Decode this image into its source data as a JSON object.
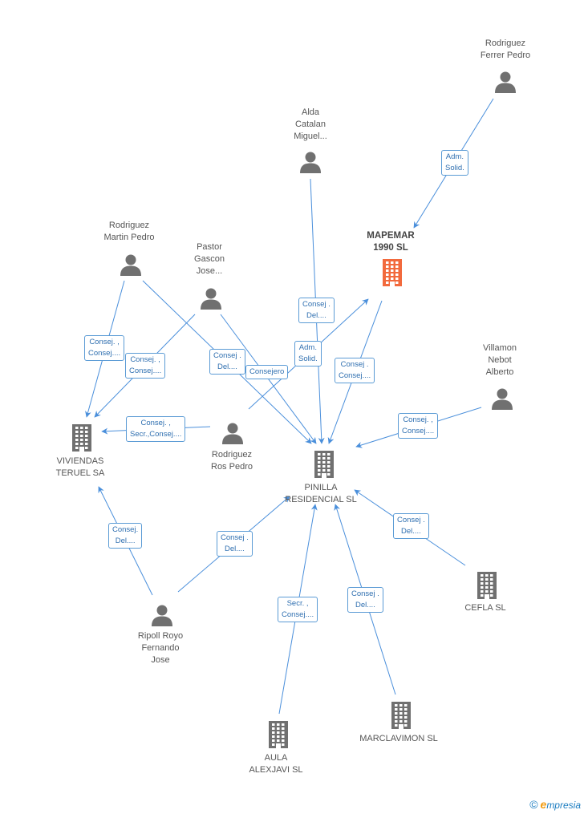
{
  "colors": {
    "edge": "#4a8fdb",
    "person_icon": "#707070",
    "company_icon": "#707070",
    "highlight_icon": "#f26a3d"
  },
  "nodes": [
    {
      "id": "rodriguez-ferrer",
      "type": "person",
      "label": "Rodriguez\nFerrer Pedro"
    },
    {
      "id": "alda-catalan",
      "type": "person",
      "label": "Alda\nCatalan\nMiguel..."
    },
    {
      "id": "mapemar",
      "type": "company-highlight",
      "label": "MAPEMAR\n1990 SL"
    },
    {
      "id": "rodriguez-martin",
      "type": "person",
      "label": "Rodriguez\nMartin Pedro"
    },
    {
      "id": "pastor-gascon",
      "type": "person",
      "label": "Pastor\nGascon\nJose..."
    },
    {
      "id": "villamon-nebot",
      "type": "person",
      "label": "Villamon\nNebot\nAlberto"
    },
    {
      "id": "viviendas-teruel",
      "type": "company",
      "label": "VIVIENDAS\nTERUEL SA"
    },
    {
      "id": "rodriguez-ros",
      "type": "person",
      "label": "Rodriguez\nRos Pedro"
    },
    {
      "id": "pinilla",
      "type": "company",
      "label": "PINILLA\nRESIDENCIAL SL"
    },
    {
      "id": "cefla",
      "type": "company",
      "label": "CEFLA  SL"
    },
    {
      "id": "ripoll-royo",
      "type": "person",
      "label": "Ripoll Royo\nFernando\nJose"
    },
    {
      "id": "marclavimon",
      "type": "company",
      "label": "MARCLAVIMON SL"
    },
    {
      "id": "aula-alexjavi",
      "type": "company",
      "label": "AULA\nALEXJAVI  SL"
    }
  ],
  "edges": [
    {
      "from": "rodriguez-ferrer",
      "to": "mapemar",
      "label": "Adm.\nSolid."
    },
    {
      "from": "alda-catalan",
      "to": "pinilla",
      "label": "Consej .\nDel...."
    },
    {
      "from": "rodriguez-ros",
      "to": "mapemar",
      "label": "Adm.\nSolid."
    },
    {
      "from": "mapemar",
      "to": "pinilla",
      "label": "Consej .\nConsej...."
    },
    {
      "from": "rodriguez-martin",
      "to": "viviendas-teruel",
      "label": "Consej. ,\nConsej...."
    },
    {
      "from": "pastor-gascon",
      "to": "viviendas-teruel",
      "label": "Consej. ,\nConsej...."
    },
    {
      "from": "rodriguez-martin",
      "to": "pinilla",
      "label": "Consej .\nDel...."
    },
    {
      "from": "pastor-gascon",
      "to": "pinilla",
      "label": "Consejero"
    },
    {
      "from": "villamon-nebot",
      "to": "pinilla",
      "label": "Consej. ,\nConsej...."
    },
    {
      "from": "rodriguez-ros",
      "to": "viviendas-teruel",
      "label": "Consej. ,\nSecr.,Consej...."
    },
    {
      "from": "ripoll-royo",
      "to": "viviendas-teruel",
      "label": "Consej.\nDel...."
    },
    {
      "from": "ripoll-royo",
      "to": "pinilla",
      "label": "Consej .\nDel...."
    },
    {
      "from": "cefla",
      "to": "pinilla",
      "label": "Consej .\nDel...."
    },
    {
      "from": "aula-alexjavi",
      "to": "pinilla",
      "label": "Secr. ,\nConsej...."
    },
    {
      "from": "marclavimon",
      "to": "pinilla",
      "label": "Consej .\nDel...."
    }
  ],
  "footer": {
    "copyright": "©",
    "brand_initial": "e",
    "brand_rest": "mpresia"
  }
}
